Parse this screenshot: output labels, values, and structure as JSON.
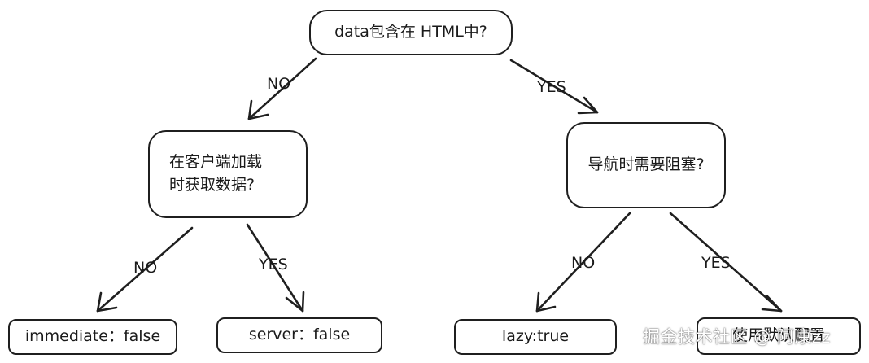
{
  "nodes": {
    "root": "data包含在 HTML中?",
    "client_fetch": [
      "在客户端加载",
      "时获取数据?"
    ],
    "nav_block": "导航时需要阻塞?",
    "immediate": "immediate：false",
    "server": "server：false",
    "lazy": "lazy:true",
    "default_config": "使用默认配置"
  },
  "edges": {
    "root_no": "NO",
    "root_yes": "YES",
    "client_no": "NO",
    "client_yes": "YES",
    "nav_no": "NO",
    "nav_yes": "YES"
  },
  "watermark": "掘金技术社区 @ 阿康zz",
  "colors": {
    "stroke": "#1f1f1f",
    "background": "#ffffff",
    "text": "#1a1a1a"
  }
}
